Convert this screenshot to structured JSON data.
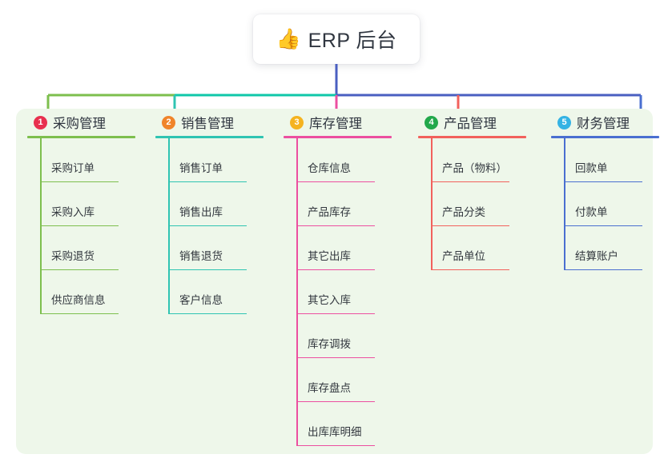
{
  "title": {
    "emoji": "👍",
    "emoji_name": "thumbs-up-emoji",
    "text": "ERP 后台"
  },
  "panel": {
    "background_color": "#eef7ea"
  },
  "connector_colors": {
    "segment_left": "#7dbf4e",
    "segment_mid": "#0fc7a9",
    "segment_right": "#4a5fc1",
    "trunk": "#4a5fc1"
  },
  "columns": [
    {
      "index": "1",
      "badge_color": "#e8304f",
      "line_color": "#7dbf4e",
      "title": "采购管理",
      "items": [
        {
          "label": "采购订单"
        },
        {
          "label": "采购入库"
        },
        {
          "label": "采购退货"
        },
        {
          "label": "供应商信息"
        }
      ]
    },
    {
      "index": "2",
      "badge_color": "#f0842a",
      "line_color": "#2fc4b2",
      "title": "销售管理",
      "items": [
        {
          "label": "销售订单"
        },
        {
          "label": "销售出库"
        },
        {
          "label": "销售退货"
        },
        {
          "label": "客户信息"
        }
      ]
    },
    {
      "index": "3",
      "badge_color": "#f5b320",
      "line_color": "#ec4fa0",
      "title": "库存管理",
      "items": [
        {
          "label": "仓库信息"
        },
        {
          "label": "产品库存"
        },
        {
          "label": "其它出库"
        },
        {
          "label": "其它入库"
        },
        {
          "label": "库存调拨"
        },
        {
          "label": "库存盘点"
        },
        {
          "label": "出库库明细"
        }
      ]
    },
    {
      "index": "4",
      "badge_color": "#22a84b",
      "line_color": "#f2615c",
      "title": "产品管理",
      "items": [
        {
          "label": "产品（物料）"
        },
        {
          "label": "产品分类"
        },
        {
          "label": "产品单位"
        }
      ]
    },
    {
      "index": "5",
      "badge_color": "#34b3e4",
      "line_color": "#4a6fd0",
      "title": "财务管理",
      "items": [
        {
          "label": "回款单"
        },
        {
          "label": "付款单"
        },
        {
          "label": "结算账户"
        }
      ]
    }
  ]
}
